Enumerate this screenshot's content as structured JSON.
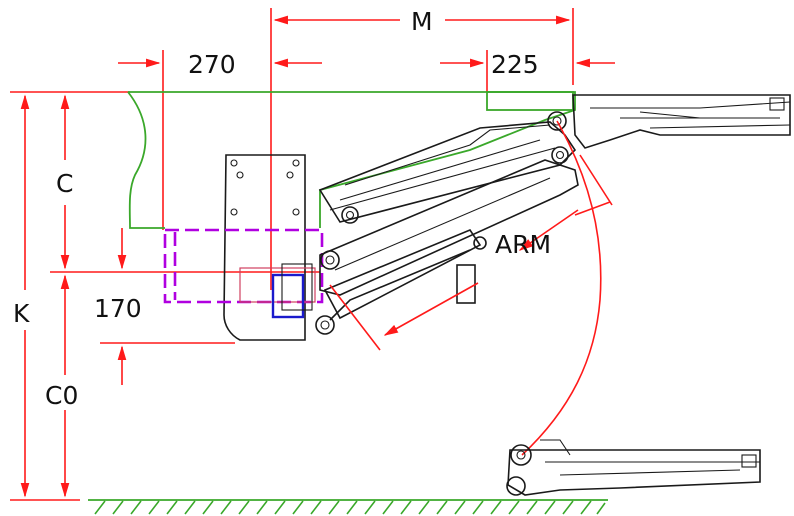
{
  "labels": {
    "M": "M",
    "dim_270": "270",
    "dim_225": "225",
    "C": "C",
    "K": "K",
    "dim_170": "170",
    "C0": "C0",
    "arm": "ARM"
  },
  "colors": {
    "dimension": "#ff1a1a",
    "machine": "#1a1a1a",
    "ground": "#3aa82a",
    "carriage_outline": "#b000e0",
    "pin_box": "#1a1acc"
  }
}
